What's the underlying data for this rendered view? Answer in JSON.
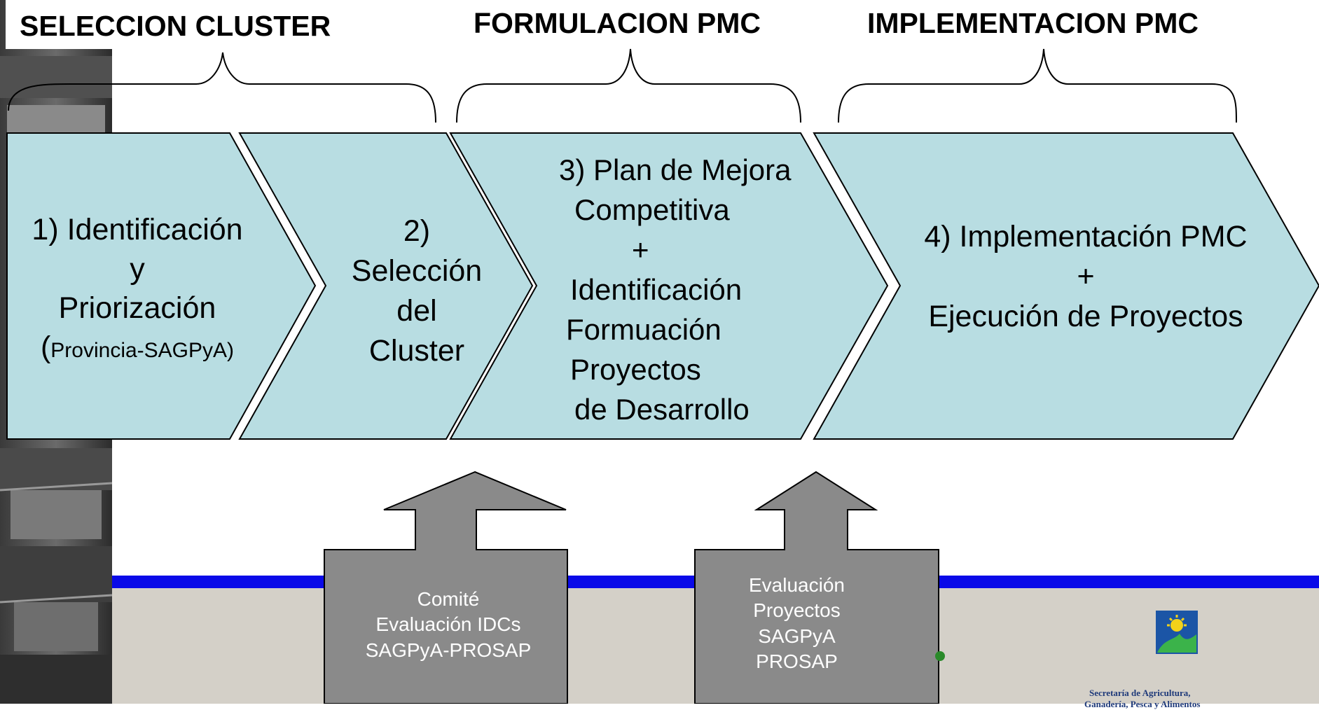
{
  "phases": {
    "seleccion": "SELECCION CLUSTER",
    "formulacion": "FORMULACION PMC",
    "implementacion": "IMPLEMENTACION PMC"
  },
  "steps": {
    "s1": {
      "line1": "1) Identificación",
      "line2": "y",
      "line3": "Priorización",
      "line4_paren": "(",
      "line4_small": "Provincia-SAGPyA)"
    },
    "s2": {
      "line1": "2)",
      "line2": "Selección",
      "line3": "del",
      "line4": "Cluster"
    },
    "s3": {
      "line1": "3) Plan de Mejora",
      "line2": "Competitiva",
      "line3": "+",
      "line4": "Identificación",
      "line5": "Formuación",
      "line6": "Proyectos",
      "line7": "de Desarrollo"
    },
    "s4": {
      "line1": "4) Implementación PMC",
      "line2": "+",
      "line3": "Ejecución de Proyectos"
    }
  },
  "inputs": {
    "left": {
      "line1": "Comité",
      "line2": "Evaluación IDCs",
      "line3": "SAGPyA-PROSAP"
    },
    "right": {
      "line1": "Evaluación",
      "line2": "Proyectos",
      "line3": "SAGPyA",
      "line4": "PROSAP"
    }
  },
  "logo": {
    "line1": "Secretaría de Agricultura,",
    "line2": "Ganadería, Pesca y Alimentos"
  },
  "colors": {
    "chevron": "#b8dde2",
    "band": "#0a0ae8",
    "footer": "#d4d0c8",
    "input_arrow": "#8a8a8a"
  }
}
